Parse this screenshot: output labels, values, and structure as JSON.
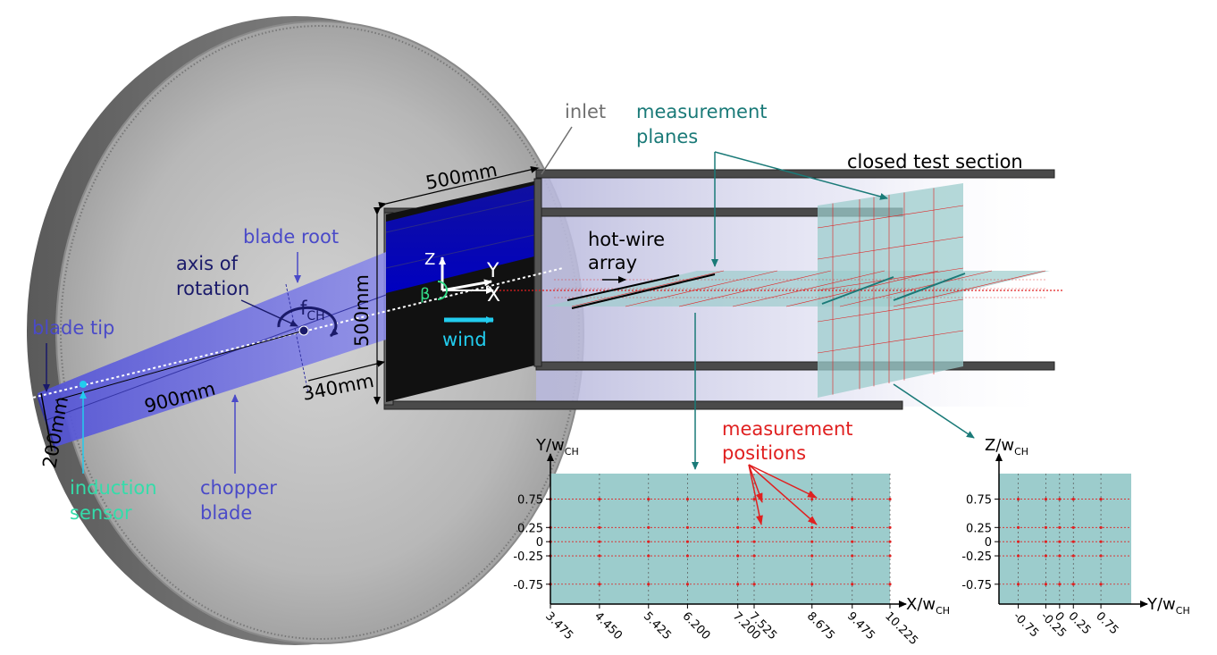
{
  "colors": {
    "teal": "#1a7a78",
    "blue_label": "#4a4ac8",
    "navy": "#1a1a6a",
    "red": "#e02020",
    "cyan": "#22ccee",
    "green": "#33dd88",
    "gray_label": "#707070",
    "plane_fill": "#9ccccc"
  },
  "labels": {
    "inlet": "inlet",
    "measurement_planes": [
      "measurement",
      "planes"
    ],
    "closed_test_section": "closed test section",
    "hot_wire_array": [
      "hot-wire",
      "array"
    ],
    "blade_root": "blade root",
    "axis_of_rotation": [
      "axis of",
      "rotation"
    ],
    "f_ch_main": "f",
    "f_ch_sub": "CH",
    "blade_tip": "blade tip",
    "induction_sensor": [
      "induction",
      "sensor"
    ],
    "chopper_blade": [
      "chopper",
      "blade"
    ],
    "wind": "wind",
    "beta": "β",
    "coord_z": "Z",
    "coord_y": "Y",
    "coord_x": "X",
    "measurement_positions": [
      "measurement",
      "positions"
    ]
  },
  "dimensions": {
    "inlet_width": "500mm",
    "inlet_height": "500mm",
    "blade_length": "900mm",
    "blade_offset": "340mm",
    "blade_width": "200mm"
  },
  "chart_data": [
    {
      "type": "scatter",
      "name": "XY measurement plane",
      "xlabel_main": "X/w",
      "xlabel_sub": "CH",
      "ylabel_main": "Y/w",
      "ylabel_sub": "CH",
      "x_ticks": [
        "3.475",
        "4.450",
        "5.425",
        "6.200",
        "7.200",
        "7.525",
        "8.675",
        "9.475",
        "10.225"
      ],
      "y_ticks": [
        "0.75",
        "0.25",
        "0",
        "-0.25",
        "-0.75"
      ],
      "x_positions": [
        3.475,
        4.45,
        5.425,
        6.2,
        7.2,
        7.525,
        8.675,
        9.475,
        10.225
      ],
      "y_positions": [
        0.75,
        0.25,
        0,
        -0.25,
        -0.75
      ],
      "xlim": [
        3.475,
        10.225
      ],
      "ylim": [
        -1.1,
        1.2
      ]
    },
    {
      "type": "scatter",
      "name": "YZ measurement plane",
      "xlabel_main": "Y/w",
      "xlabel_sub": "CH",
      "ylabel_main": "Z/w",
      "ylabel_sub": "CH",
      "x_ticks": [
        "-0.75",
        "-0.25",
        "0",
        "0.25",
        "0.75"
      ],
      "y_ticks": [
        "0.75",
        "0.25",
        "0",
        "-0.25",
        "-0.75"
      ],
      "x_positions": [
        -0.75,
        -0.25,
        0,
        0.25,
        0.75
      ],
      "y_positions": [
        0.75,
        0.25,
        0,
        -0.25,
        -0.75
      ],
      "xlim": [
        -1.1,
        1.3
      ],
      "ylim": [
        -1.1,
        1.2
      ]
    }
  ]
}
